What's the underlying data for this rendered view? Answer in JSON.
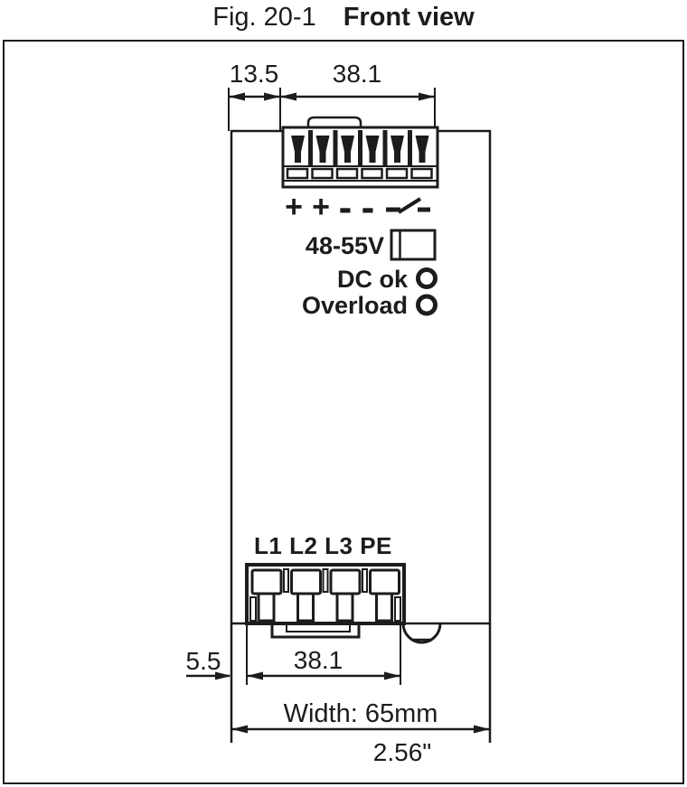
{
  "figure": {
    "title_fig": "Fig. 20-1",
    "title_name": "Front view"
  },
  "dimensions": {
    "top_offset": "13.5",
    "top_connector_width": "38.1",
    "bottom_offset": "5.5",
    "bottom_connector_width": "38.1",
    "overall_width_metric": "Width: 65mm",
    "overall_width_inch": "2.56\""
  },
  "device": {
    "output_polarity": [
      "+",
      "+",
      "-",
      "-"
    ],
    "voltage_adjust_label": "48-55V",
    "dc_ok_label": "DC ok",
    "overload_label": "Overload",
    "input_terminals_label": "L1 L2 L3 PE"
  },
  "colors": {
    "line": "#1c1c1c",
    "background": "#ffffff"
  }
}
